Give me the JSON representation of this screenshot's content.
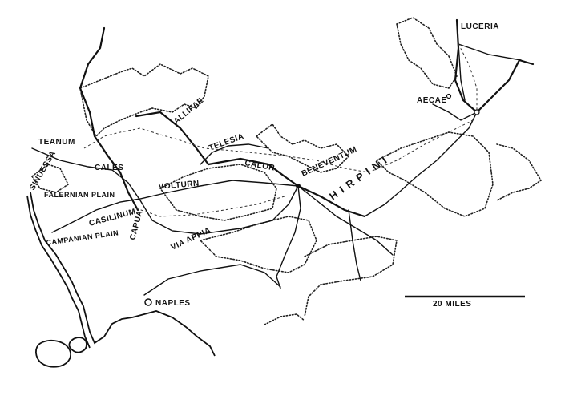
{
  "map": {
    "labels": {
      "lucerua": "LUCERIA",
      "aecae": "AECAE",
      "allifae": "ALLIFAE",
      "telesia": "TELESIA",
      "teanum": "TEANUM",
      "cales": "CALES",
      "sinuessa": "SINUESSA",
      "volturn": "VOLTURN",
      "calor": "CALOR",
      "beneventum": "BENEVENTUM",
      "hirpini": "HIRPINI",
      "falernian_plain": "FALERNIAN PLAIN",
      "casilinum": "CASILINUM",
      "capua": "CAPUA",
      "via_appia": "VIA APPIA",
      "campanian_plain": "CAMPANIAN PLAIN",
      "naples": "NAPLES"
    },
    "scale_label": "20 MILES",
    "colors": {
      "ink": "#111111",
      "paper": "#ffffff"
    }
  }
}
